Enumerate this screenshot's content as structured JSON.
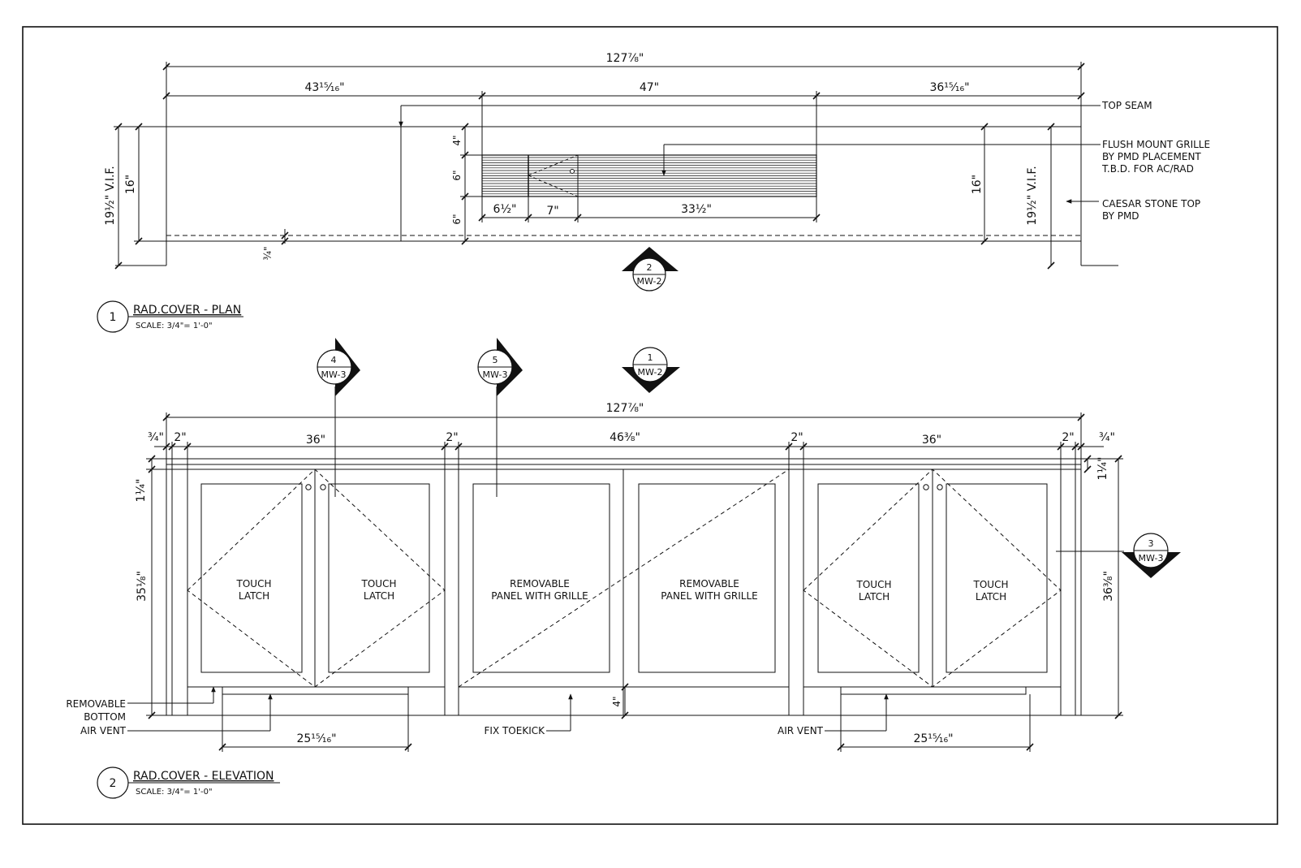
{
  "plan": {
    "title": "RAD.COVER - PLAN",
    "scale": "SCALE: 3/4\"= 1'-0\"",
    "number": "1",
    "dims": {
      "overall": "127⅞\"",
      "left": "43¹⁵⁄₁₆\"",
      "middle": "47\"",
      "right": "36¹⁵⁄₁₆\"",
      "depth_left_outer": "19½\" V.I.F.",
      "depth_left_inner": "16\"",
      "depth_right_inner": "16\"",
      "depth_right_outer": "19½\" V.I.F.",
      "grille_offset_top": "4\"",
      "grille_height": "6\"",
      "grille_offset_bottom": "6\"",
      "seg_a": "6½\"",
      "seg_b": "7\"",
      "seg_c": "33½\"",
      "edge": "¾\""
    },
    "notes": {
      "top_seam": "TOP SEAM",
      "grille": [
        "FLUSH MOUNT GRILLE",
        "BY PMD PLACEMENT",
        "T.B.D. FOR AC/RAD"
      ],
      "top": [
        "CAESAR STONE TOP",
        "BY PMD"
      ]
    },
    "tag": {
      "number": "2",
      "sheet": "MW-2"
    }
  },
  "elevation": {
    "title": "RAD.COVER - ELEVATION",
    "scale": "SCALE: 3/4\"= 1'-0\"",
    "number": "2",
    "dims": {
      "overall": "127⅞\"",
      "edge_l": "¾\"",
      "stile_l": "2\"",
      "door_l": "36\"",
      "stile_m1": "2\"",
      "center": "46⅜\"",
      "stile_m2": "2\"",
      "door_r": "36\"",
      "stile_r": "2\"",
      "edge_r": "¾\"",
      "top_l": "1¼\"",
      "top_r": "1¼\"",
      "height_l": "35⅛\"",
      "height_r": "36⅜\"",
      "toekick": "4\"",
      "vent_l": "25¹⁵⁄₁₆\"",
      "vent_r": "25¹⁵⁄₁₆\""
    },
    "panels": {
      "p1": [
        "TOUCH",
        "LATCH"
      ],
      "p2": [
        "TOUCH",
        "LATCH"
      ],
      "p3": [
        "REMOVABLE",
        "PANEL WITH GRILLE"
      ],
      "p4": [
        "REMOVABLE",
        "PANEL WITH GRILLE"
      ],
      "p5": [
        "TOUCH",
        "LATCH"
      ],
      "p6": [
        "TOUCH",
        "LATCH"
      ]
    },
    "notes": {
      "removable_bottom": [
        "REMOVABLE",
        "BOTTOM"
      ],
      "air_vent_l": "AIR VENT",
      "fix_toekick": "FIX TOEKICK",
      "air_vent_r": "AIR VENT"
    },
    "tags": {
      "t4": {
        "number": "4",
        "sheet": "MW-3"
      },
      "t5": {
        "number": "5",
        "sheet": "MW-3"
      },
      "t1": {
        "number": "1",
        "sheet": "MW-2"
      },
      "t3": {
        "number": "3",
        "sheet": "MW-3"
      }
    }
  }
}
